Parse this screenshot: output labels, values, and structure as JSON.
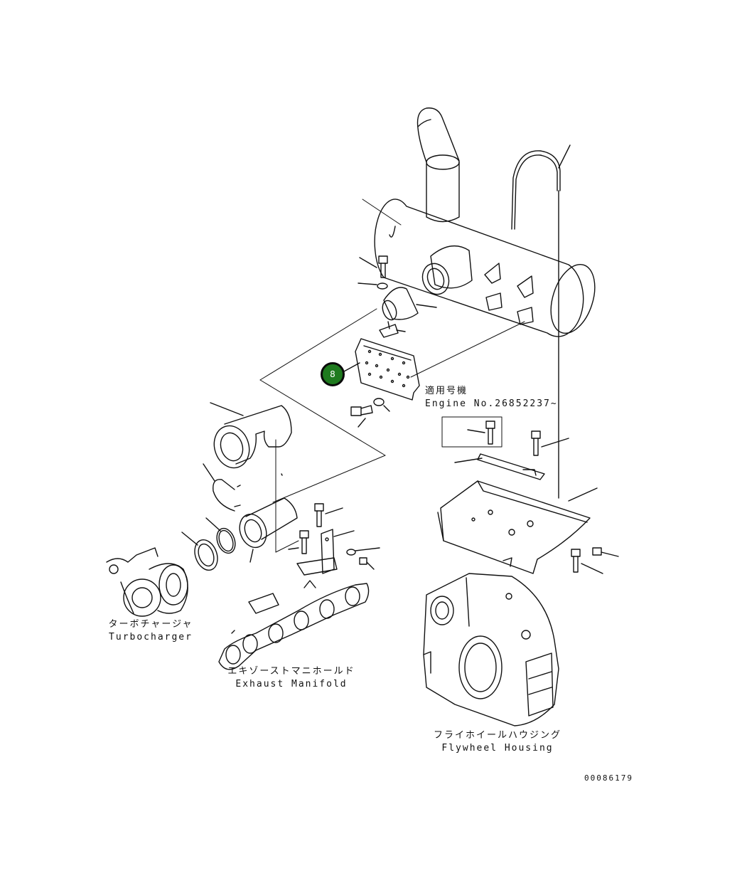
{
  "callout": {
    "number": "8",
    "color": "#1e7a1e"
  },
  "labels": {
    "applicable_jp": "適用号機",
    "applicable_en": "Engine No.26852237~",
    "turbo_jp": "ターボチャージャ",
    "turbo_en": "Turbocharger",
    "manifold_jp": "エキゾーストマニホールド",
    "manifold_en": "Exhaust Manifold",
    "flywheel_jp": "フライホイールハウジング",
    "flywheel_en": "Flywheel Housing",
    "drawing_number": "00086179"
  },
  "colors": {
    "line": "#111111",
    "background": "#ffffff"
  }
}
